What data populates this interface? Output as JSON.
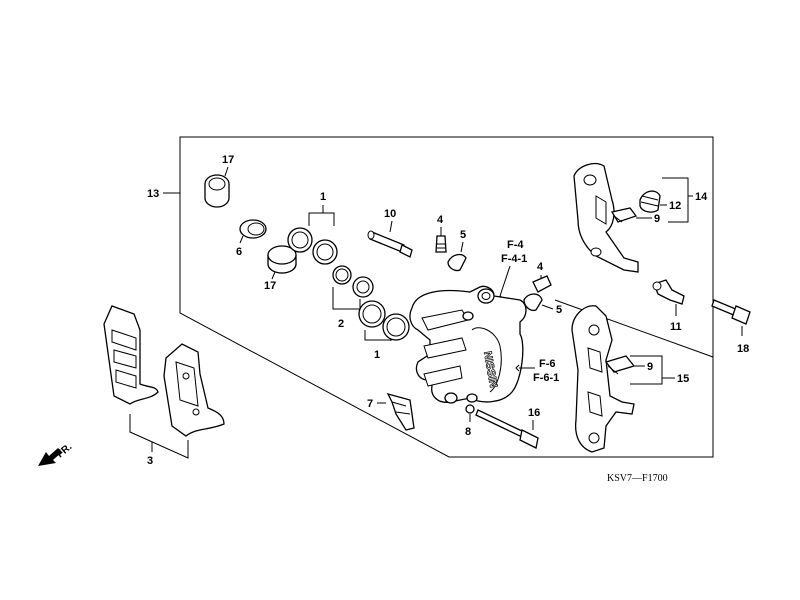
{
  "diagram": {
    "code": "KSV7—F1700",
    "front_label": "FR.",
    "callouts": {
      "p1a": "1",
      "p1b": "1",
      "p2": "2",
      "p3": "3",
      "p4a": "4",
      "p4b": "4",
      "p5a": "5",
      "p5b": "5",
      "p6": "6",
      "p7": "7",
      "p8": "8",
      "p9a": "9",
      "p9b": "9",
      "p10": "10",
      "p11": "11",
      "p12": "12",
      "p13": "13",
      "p14": "14",
      "p15": "15",
      "p16": "16",
      "p17a": "17",
      "p17b": "17",
      "p18": "18"
    },
    "refs": {
      "f4": "F-4",
      "f41": "F-4-1",
      "f6": "F-6",
      "f61": "F-6-1"
    }
  }
}
